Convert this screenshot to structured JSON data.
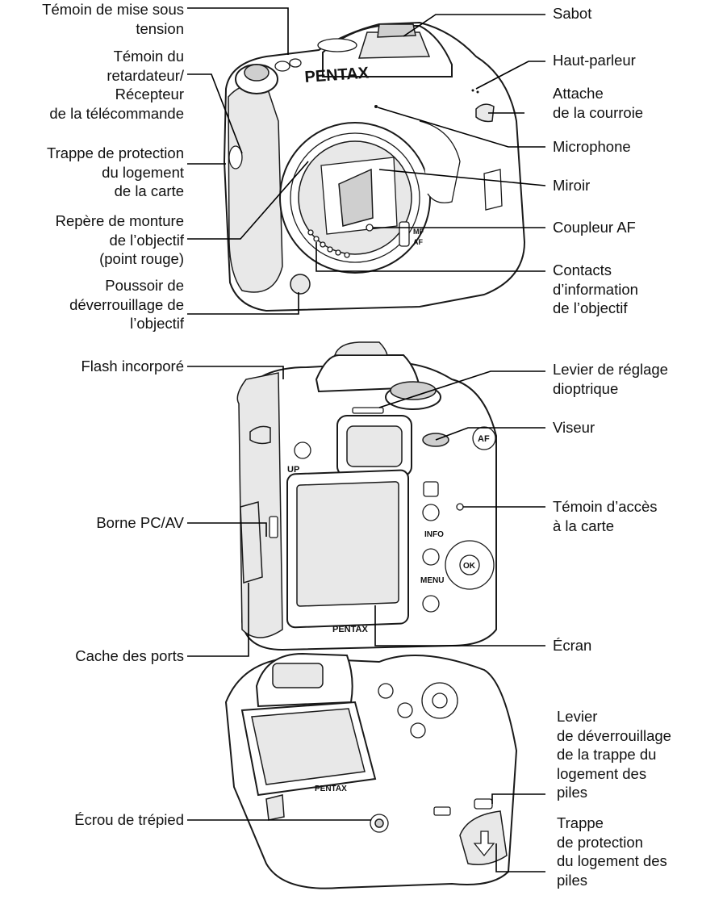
{
  "camera_front": {
    "brand": "PENTAX",
    "labels_left": [
      [
        "Témoin de mise sous",
        "tension"
      ],
      [
        "Témoin du",
        "retardateur/",
        "Récepteur",
        "de la télécommande"
      ],
      [
        "Trappe de protection",
        "du logement",
        "de la carte"
      ],
      [
        "Repère de monture",
        "de l’objectif",
        "(point rouge)"
      ],
      [
        "Poussoir de",
        "déverrouillage de",
        "l’objectif"
      ]
    ],
    "labels_right": [
      [
        "Sabot"
      ],
      [
        "Haut-parleur"
      ],
      [
        "Attache",
        "de la courroie"
      ],
      [
        "Microphone"
      ],
      [
        "Miroir"
      ],
      [
        "Coupleur AF"
      ],
      [
        "Contacts",
        "d’information",
        "de l’objectif"
      ]
    ],
    "mode_marks": [
      "MF",
      "AF"
    ]
  },
  "camera_back": {
    "brand": "PENTAX",
    "labels_left": [
      [
        "Flash incorporé"
      ],
      [
        "Borne PC/AV"
      ],
      [
        "Cache des ports"
      ]
    ],
    "labels_right": [
      [
        "Levier de réglage",
        "dioptrique"
      ],
      [
        "Viseur"
      ],
      [
        "Témoin d’accès",
        "à la carte"
      ],
      [
        "Écran"
      ]
    ],
    "button_marks": [
      "INFO",
      "MENU",
      "OK",
      "AF",
      "UP"
    ]
  },
  "camera_bottom": {
    "brand": "PENTAX",
    "labels_left": [
      [
        "Écrou de trépied"
      ]
    ],
    "labels_right": [
      [
        "Levier",
        "de déverrouillage",
        "de la trappe du",
        "logement des",
        "piles"
      ],
      [
        "Trappe",
        "de protection",
        "du logement des",
        "piles"
      ]
    ]
  }
}
